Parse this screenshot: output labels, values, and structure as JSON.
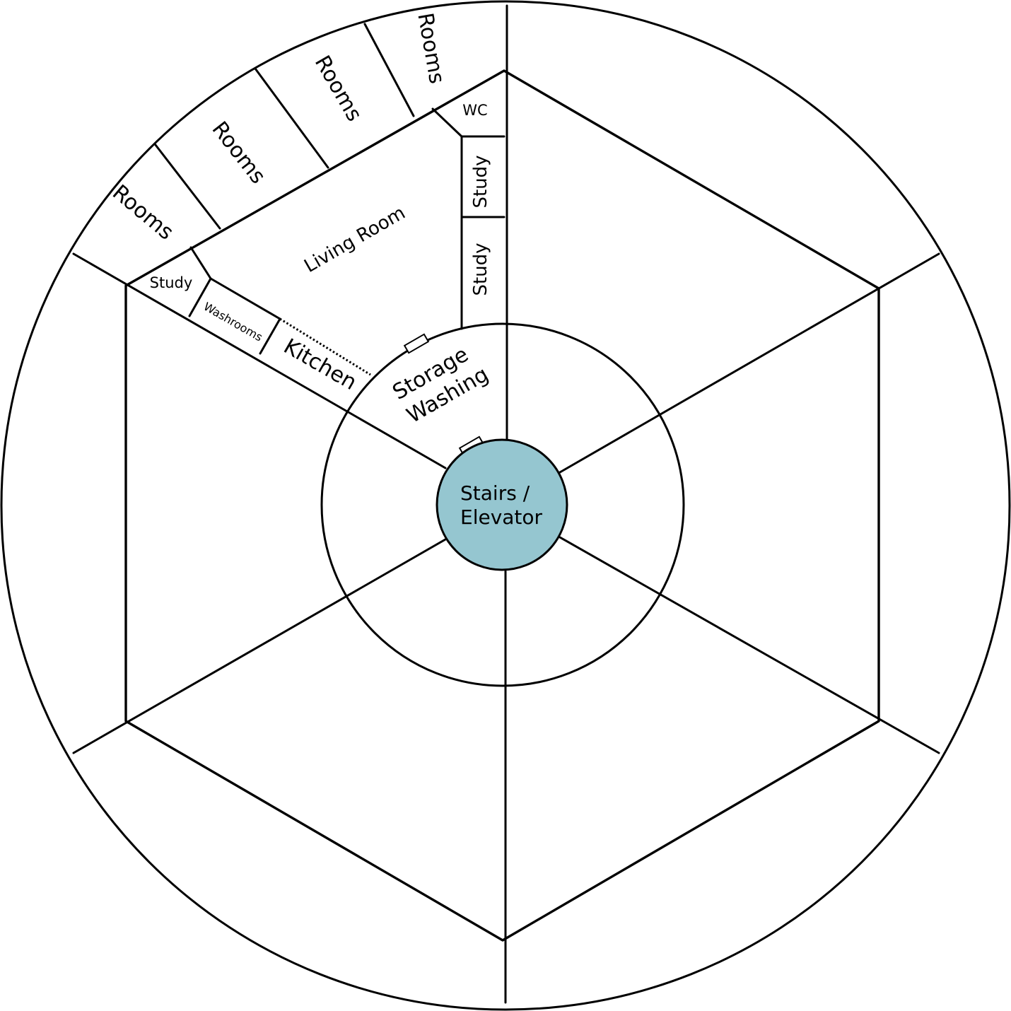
{
  "core": {
    "line1": "Stairs /",
    "line2": "Elevator",
    "fill": "#95c6d0"
  },
  "inner_ring": {
    "line1": "Storage",
    "line2": "Washing"
  },
  "rooms": {
    "living_room": "Living Room",
    "kitchen": "Kitchen",
    "washrooms": "Washrooms",
    "study_left": "Study",
    "study_upper": "Study",
    "study_lower": "Study",
    "wc": "WC",
    "rooms_1": "Rooms",
    "rooms_2": "Rooms",
    "rooms_3": "Rooms",
    "rooms_4": "Rooms"
  }
}
